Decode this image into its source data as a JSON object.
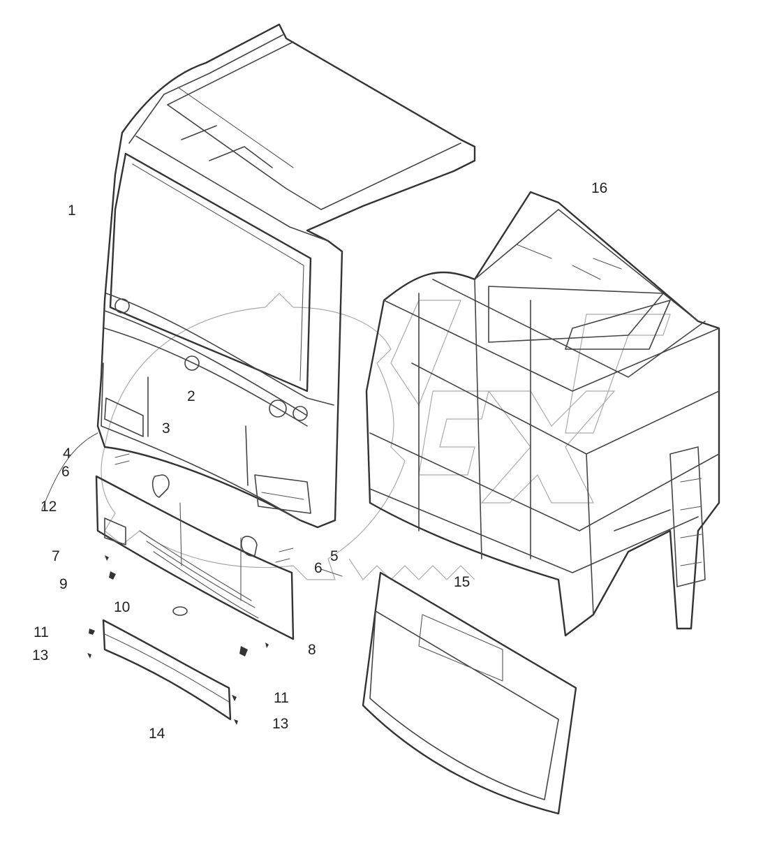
{
  "watermark": "OPEX",
  "callouts": [
    {
      "id": "c1",
      "text": "1"
    },
    {
      "id": "c2",
      "text": "2"
    },
    {
      "id": "c3",
      "text": "3"
    },
    {
      "id": "c4",
      "text": "4"
    },
    {
      "id": "c5",
      "text": "5"
    },
    {
      "id": "c6a",
      "text": "6"
    },
    {
      "id": "c6b",
      "text": "6"
    },
    {
      "id": "c7",
      "text": "7"
    },
    {
      "id": "c8",
      "text": "8"
    },
    {
      "id": "c9",
      "text": "9"
    },
    {
      "id": "c10",
      "text": "10"
    },
    {
      "id": "c11a",
      "text": "11"
    },
    {
      "id": "c11b",
      "text": "11"
    },
    {
      "id": "c12",
      "text": "12"
    },
    {
      "id": "c13a",
      "text": "13"
    },
    {
      "id": "c13b",
      "text": "13"
    },
    {
      "id": "c14",
      "text": "14"
    },
    {
      "id": "c15",
      "text": "15"
    },
    {
      "id": "c16",
      "text": "16"
    }
  ]
}
